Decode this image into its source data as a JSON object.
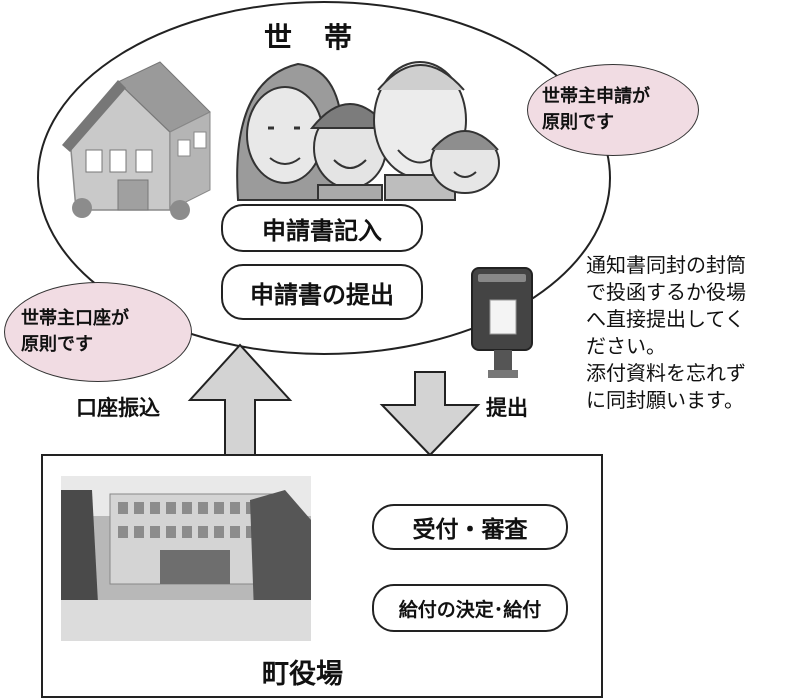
{
  "household": {
    "title": "世　帯",
    "step_fill_form": "申請書記入",
    "step_submit_form": "申請書の提出"
  },
  "bubble_applicant": {
    "line1": "世帯主申請が",
    "line2": "原則です"
  },
  "bubble_account": {
    "line1": "世帯主口座が",
    "line2": "原則です"
  },
  "arrows": {
    "up_label": "口座振込",
    "down_label": "提出"
  },
  "note": {
    "lines": [
      "通知書同封の封筒",
      "で投函するか役場",
      "へ直接提出してく",
      "ださい。",
      "添付資料を忘れず",
      "に同封願います。"
    ]
  },
  "office": {
    "title": "町役場",
    "step_review": "受付・審査",
    "step_decision": "給付の決定･給付"
  },
  "colors": {
    "bubble_fill": "#f1dce3",
    "arrow_fill": "#d3d3d3",
    "line": "#222222"
  }
}
